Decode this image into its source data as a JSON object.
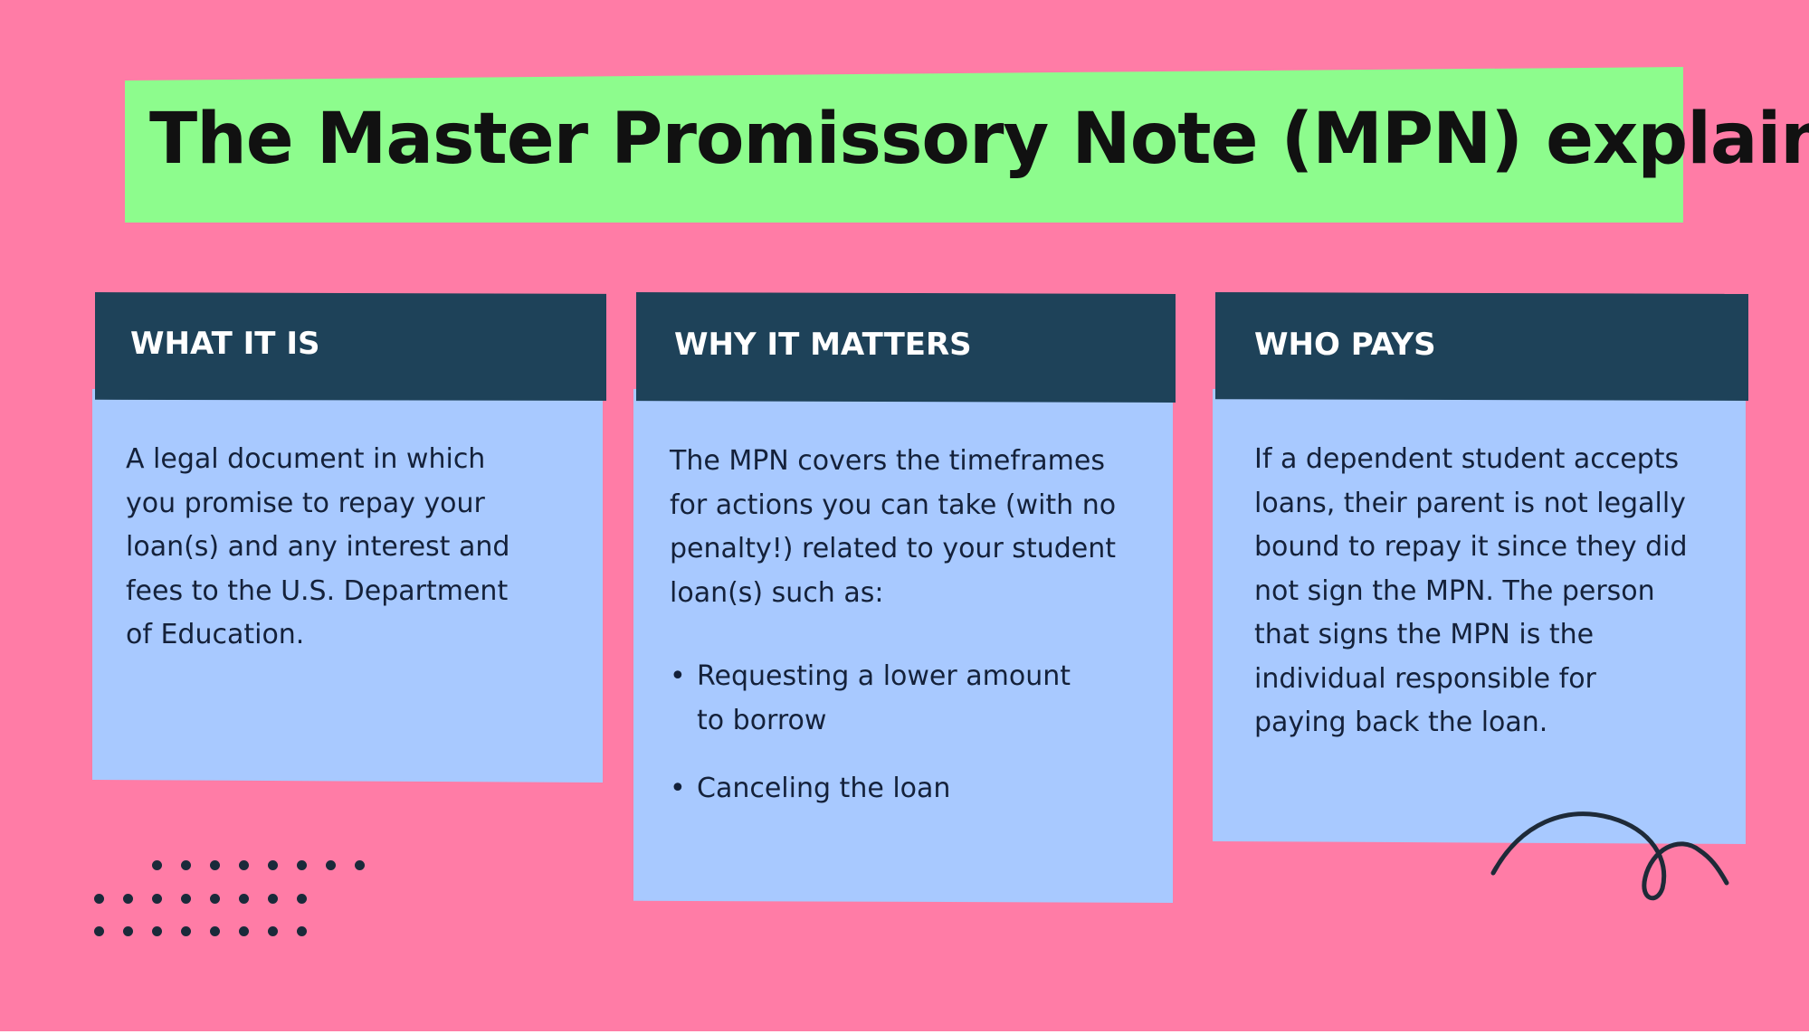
{
  "title": "The Master Promissory Note (MPN) explained",
  "colors": {
    "background": "#ff7ca6",
    "title_band": "#8dfc8d",
    "card_header": "#1e4259",
    "card_body": "#a8c9ff",
    "text_dark": "#14213a"
  },
  "cards": [
    {
      "heading": "WHAT IT IS",
      "text": "A legal document in which\nyou promise to repay your\nloan(s) and any interest and\nfees to the U.S. Department\nof Education."
    },
    {
      "heading": "WHY IT MATTERS",
      "text": "The MPN covers the timeframes\nfor actions you can take (with no\npenalty!) related to your student\nloan(s) such as:",
      "bullets": [
        "Requesting a lower amount\nto borrow",
        "Canceling the loan"
      ]
    },
    {
      "heading": "WHO PAYS",
      "text": "If a dependent student accepts\nloans, their parent is not legally\nbound to repay it since they did\nnot sign the MPN. The person\nthat signs the MPN is the\nindividual responsible for\npaying back the loan."
    }
  ],
  "decorations": {
    "dots_icon": "dot-grid-icon",
    "squiggle_icon": "squiggle-line-icon"
  }
}
